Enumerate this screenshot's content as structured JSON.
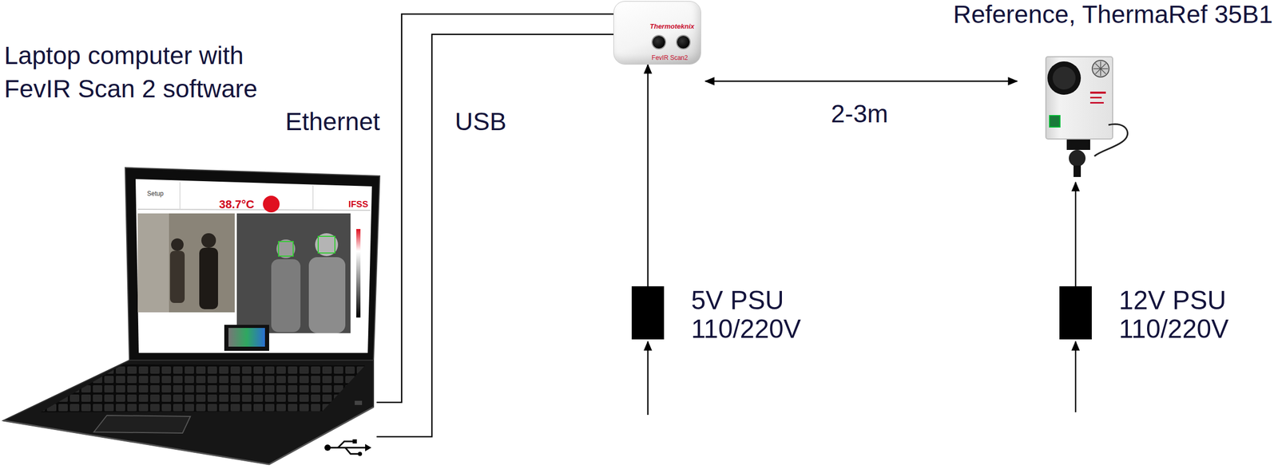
{
  "diagram": {
    "nodes": [
      {
        "text": [
          "Laptop computer with FevIR Scan 2 software"
        ]
      },
      {
        "text": [
          "Thermoteknix",
          "FevIR Scan2"
        ]
      },
      {
        "text": [
          "Reference, ThermaRef 35B1"
        ]
      },
      {
        "text": [
          "5V PSU 110/220V"
        ]
      },
      {
        "text": [
          "12V PSU 110/220V"
        ]
      }
    ],
    "edges": [
      {
        "from": 0,
        "to": 1,
        "label": "Ethernet",
        "arrow": "none"
      },
      {
        "from": 0,
        "to": 1,
        "label": "USB",
        "arrow": "none"
      },
      {
        "from": 3,
        "to": 1,
        "arrow": "to"
      },
      {
        "from": 4,
        "to": 2,
        "arrow": "to"
      },
      {
        "from": 1,
        "to": 2,
        "label": "2-3m",
        "arrow": "both"
      }
    ],
    "labels": [
      "Setup",
      "38.7°C",
      "IFSS"
    ]
  }
}
